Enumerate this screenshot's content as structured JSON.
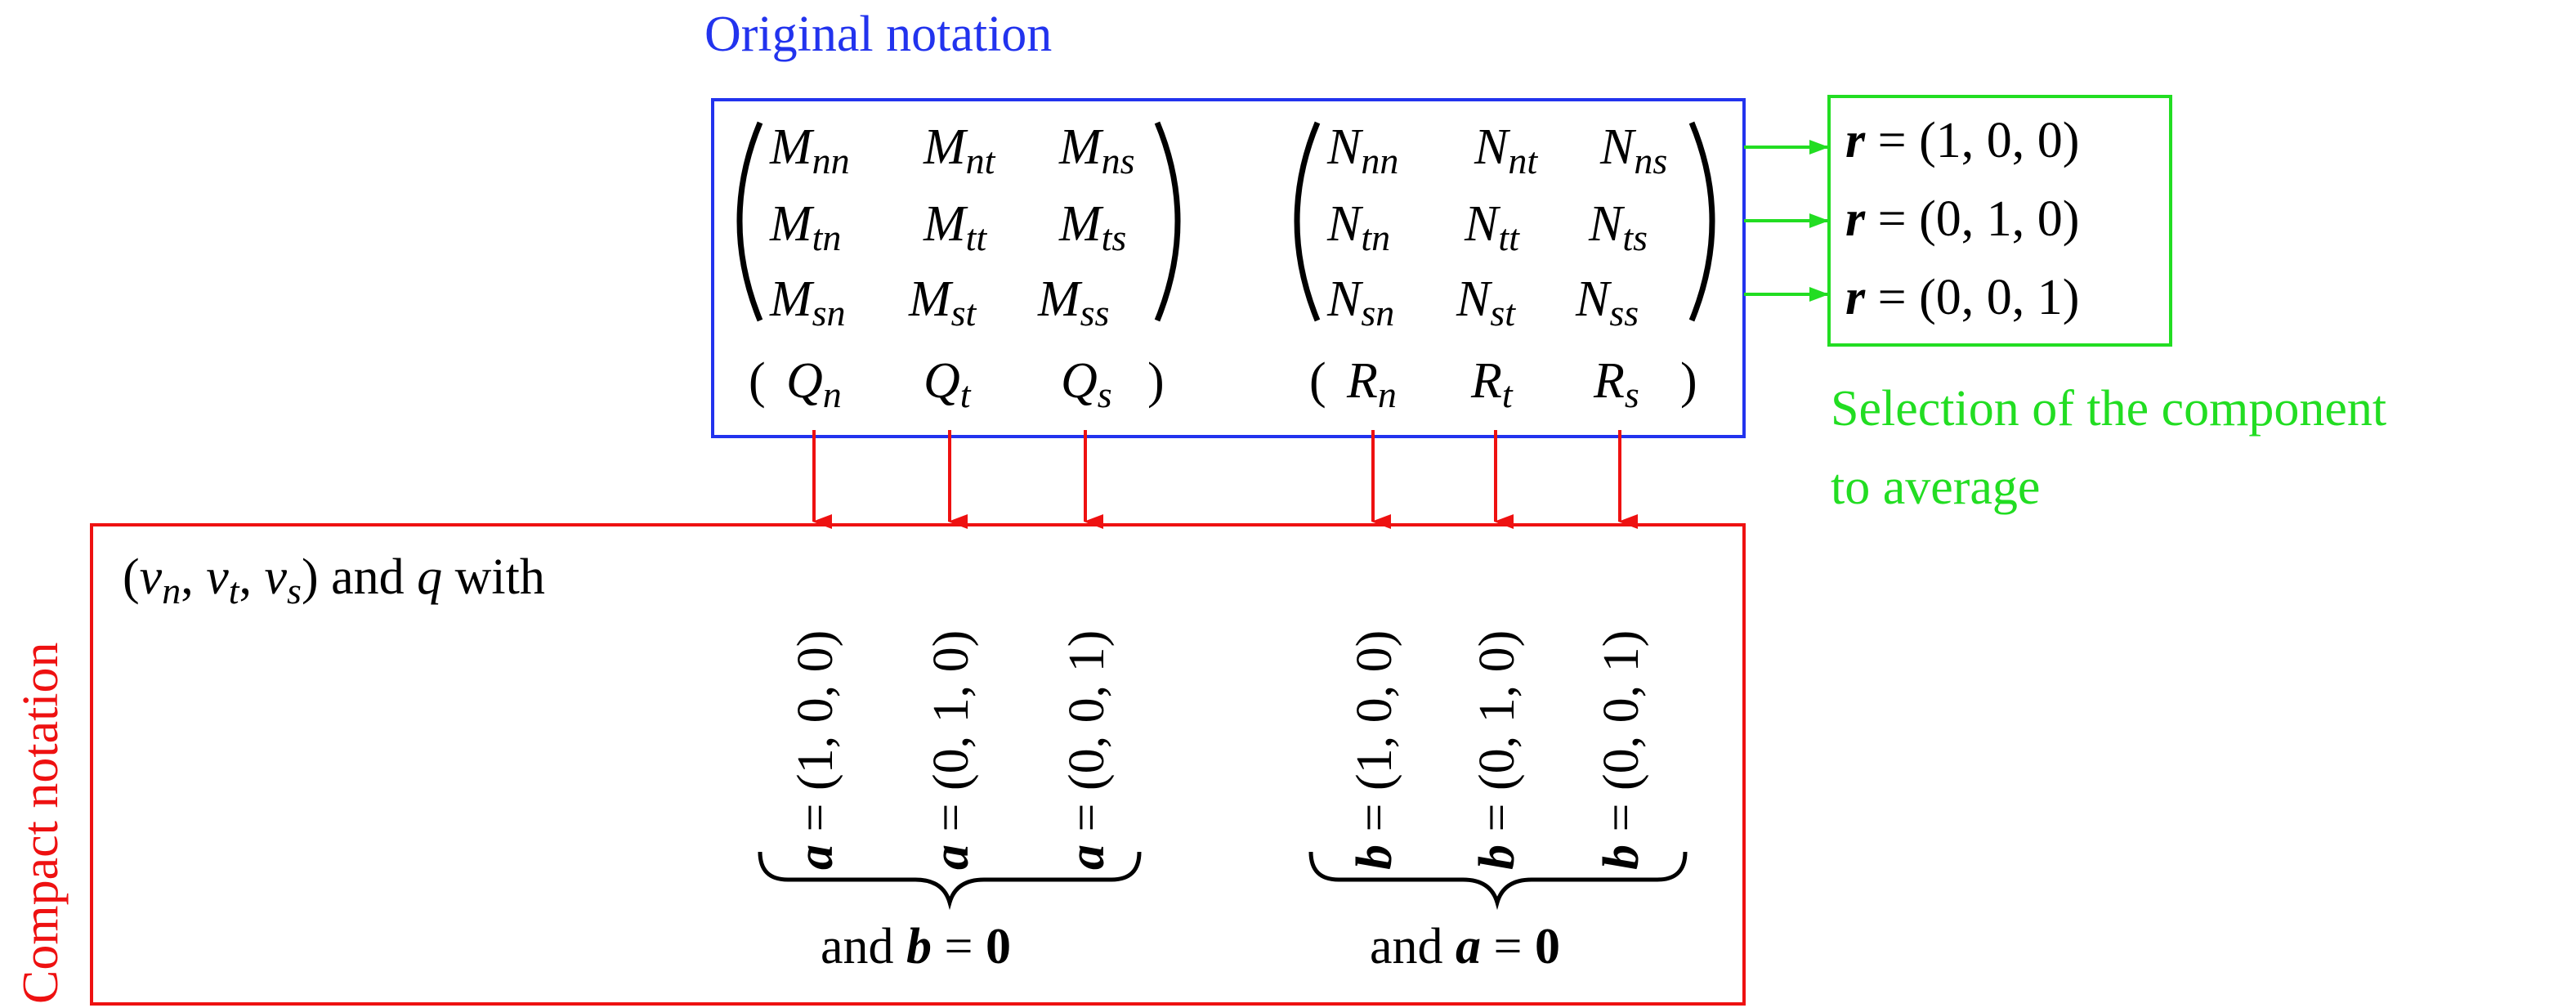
{
  "titles": {
    "original": "Original notation",
    "compact": "Compact notation",
    "selection_line1": "Selection of the component",
    "selection_line2": "to average"
  },
  "colors": {
    "original": "#2233ee",
    "compact": "#ee1111",
    "selection": "#22dd22",
    "text": "#000000"
  },
  "matrix_M": [
    [
      {
        "b": "M",
        "s": "nn"
      },
      {
        "b": "M",
        "s": "nt"
      },
      {
        "b": "M",
        "s": "ns"
      }
    ],
    [
      {
        "b": "M",
        "s": "tn"
      },
      {
        "b": "M",
        "s": "tt"
      },
      {
        "b": "M",
        "s": "ts"
      }
    ],
    [
      {
        "b": "M",
        "s": "sn"
      },
      {
        "b": "M",
        "s": "st"
      },
      {
        "b": "M",
        "s": "ss"
      }
    ]
  ],
  "matrix_N": [
    [
      {
        "b": "N",
        "s": "nn"
      },
      {
        "b": "N",
        "s": "nt"
      },
      {
        "b": "N",
        "s": "ns"
      }
    ],
    [
      {
        "b": "N",
        "s": "tn"
      },
      {
        "b": "N",
        "s": "tt"
      },
      {
        "b": "N",
        "s": "ts"
      }
    ],
    [
      {
        "b": "N",
        "s": "sn"
      },
      {
        "b": "N",
        "s": "st"
      },
      {
        "b": "N",
        "s": "ss"
      }
    ]
  ],
  "vector_Q": [
    {
      "b": "Q",
      "s": "n"
    },
    {
      "b": "Q",
      "s": "t"
    },
    {
      "b": "Q",
      "s": "s"
    }
  ],
  "vector_R": [
    {
      "b": "R",
      "s": "n"
    },
    {
      "b": "R",
      "s": "t"
    },
    {
      "b": "R",
      "s": "s"
    }
  ],
  "r_selectors": [
    {
      "var": "r",
      "eq": " = ",
      "val": "(1, 0, 0)"
    },
    {
      "var": "r",
      "eq": " = ",
      "val": "(0, 1, 0)"
    },
    {
      "var": "r",
      "eq": " = ",
      "val": "(0, 0, 1)"
    }
  ],
  "compact": {
    "lead_text": " and ",
    "lead_q": "q",
    "lead_with": " with",
    "v_components": [
      {
        "b": "v",
        "s": "n"
      },
      {
        "b": "v",
        "s": "t"
      },
      {
        "b": "v",
        "s": "s"
      }
    ],
    "a_labels": [
      {
        "var": "a",
        "eq": " = ",
        "val": "(1, 0, 0)"
      },
      {
        "var": "a",
        "eq": " = ",
        "val": "(0, 1, 0)"
      },
      {
        "var": "a",
        "eq": " = ",
        "val": "(0, 0, 1)"
      }
    ],
    "b_labels": [
      {
        "var": "b",
        "eq": " = ",
        "val": "(1, 0, 0)"
      },
      {
        "var": "b",
        "eq": " = ",
        "val": "(0, 1, 0)"
      },
      {
        "var": "b",
        "eq": " = ",
        "val": "(0, 0, 1)"
      }
    ],
    "brace_a_caption": {
      "pre": "and ",
      "var": "b",
      "eq": " = ",
      "val": "0"
    },
    "brace_b_caption": {
      "pre": "and ",
      "var": "a",
      "eq": " = ",
      "val": "0"
    }
  }
}
